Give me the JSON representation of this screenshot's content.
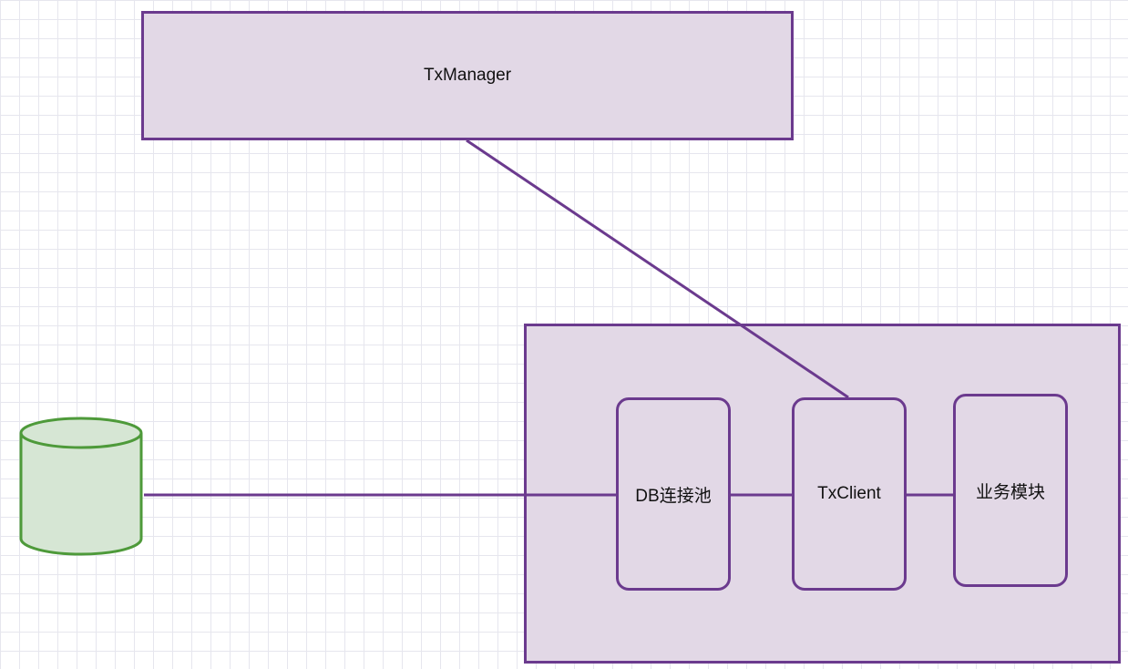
{
  "nodes": {
    "tx_manager": "TxManager",
    "db_pool": "DB连接池",
    "tx_client": "TxClient",
    "business_module": "业务模块"
  },
  "colors": {
    "stroke": "#6b3a8e",
    "node_fill": "#e2d8e6",
    "db_stroke": "#4e9a3a",
    "db_fill": "#d6e6d4",
    "grid": "#e6e6ee"
  },
  "edges": [
    [
      "tx_manager",
      "tx_client"
    ],
    [
      "database",
      "db_pool"
    ],
    [
      "db_pool",
      "tx_client"
    ],
    [
      "tx_client",
      "business_module"
    ]
  ]
}
